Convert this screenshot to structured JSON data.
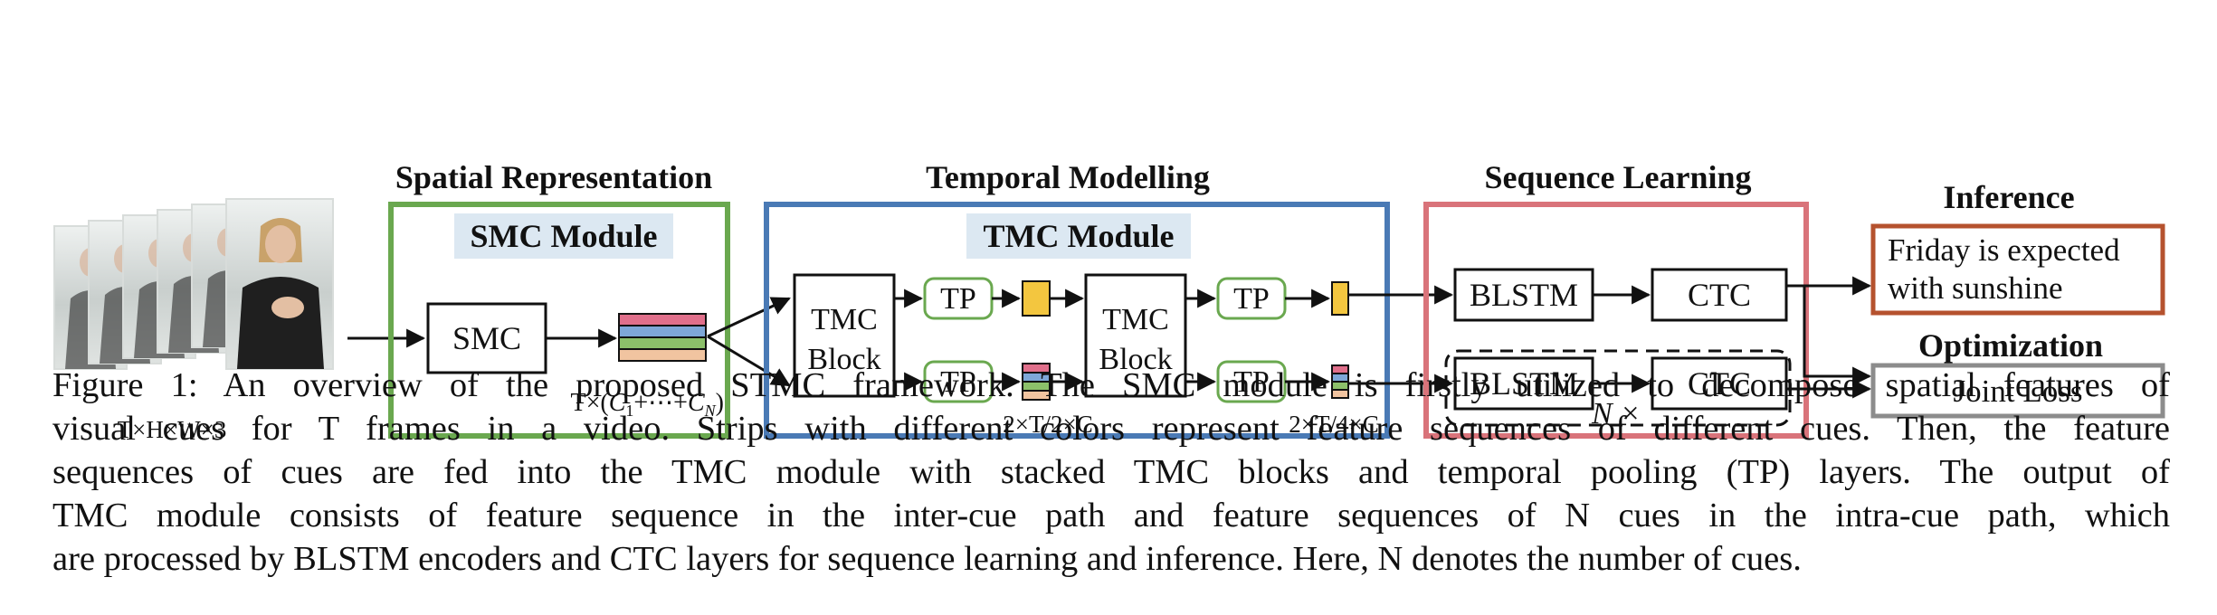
{
  "sections": {
    "spatial": "Spatial Representation",
    "temporal": "Temporal Modelling",
    "sequence": "Sequence Learning",
    "inference": "Inference",
    "optimization": "Optimization"
  },
  "modules": {
    "smc_module": "SMC Module",
    "tmc_module": "TMC Module"
  },
  "blocks": {
    "smc": "SMC",
    "tmc_block_1": [
      "TMC",
      "Block"
    ],
    "tmc_block_2": [
      "TMC",
      "Block"
    ],
    "tp": "TP",
    "blstm": "BLSTM",
    "ctc": "CTC",
    "inference_output": [
      "Friday is expected",
      "with sunshine"
    ],
    "joint_loss": "Joint Loss",
    "repeat": "N ×"
  },
  "dims": {
    "input": "T×H×W×3",
    "smc_out_prefix": "T×(",
    "smc_out_c1": "C",
    "smc_out_sub1": "1",
    "smc_out_mid": "+⋯+",
    "smc_out_cn": "C",
    "smc_out_subn": "N",
    "smc_out_suffix": ")",
    "half": "2×T/2×C",
    "quarter": "2×T/4×C"
  },
  "colors": {
    "spatial_border": "#6aa84f",
    "temporal_border": "#4a7ab5",
    "sequence_border": "#d9737a",
    "inference_border": "#b5522e",
    "optimization_border": "#8c8c8c",
    "module_label_bg": "#dce8f2",
    "tp_border": "#6aa84f",
    "feature_yellow": "#f3c63f",
    "strip_colors": [
      "#e06f8b",
      "#7ea7d8",
      "#8cc06a",
      "#f1c4a0"
    ]
  },
  "caption": {
    "lines": [
      "Figure 1: An overview of the proposed STMC framework. The SMC module is firstly utilized to decompose spatial features of",
      "visual cues for T frames in a video. Strips with different colors represent feature sequences of different cues. Then, the feature",
      "sequences of cues are fed into the TMC module with stacked TMC blocks and temporal pooling (TP) layers. The output of",
      "TMC module consists of feature sequence in the inter-cue path and feature sequences of N cues in the intra-cue path, which",
      "are processed by BLSTM encoders and CTC layers for sequence learning and inference. Here, N denotes the number of cues."
    ]
  }
}
